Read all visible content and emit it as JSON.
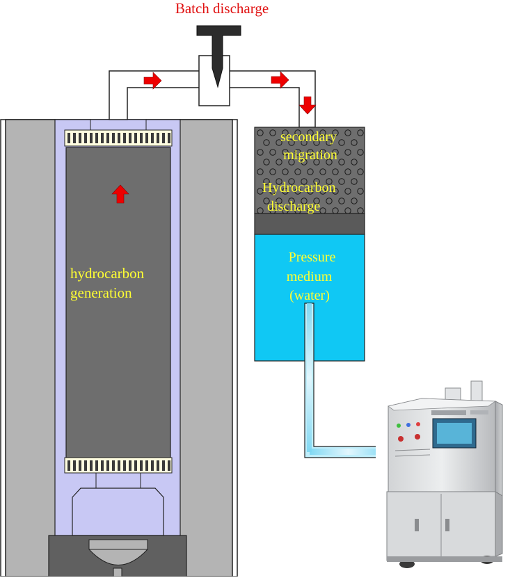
{
  "labels": {
    "batch_discharge": "Batch discharge",
    "secondary_migration": [
      "secondary",
      "migration"
    ],
    "hydrocarbon_discharge": [
      "Hydrocarbon",
      "discharge"
    ],
    "pressure_medium": [
      "Pressure",
      "medium",
      "(water)"
    ],
    "hydrocarbon_generation": [
      "hydrocarbon",
      "generation"
    ]
  },
  "colors": {
    "label_red": "#e01010",
    "label_yellow": "#ffff33",
    "vessel_gray": "#b4b4b4",
    "liner_lavender": "#c8c8f4",
    "core_gray": "#6e6e6e",
    "water_cyan": "#10c8f4",
    "arrow_red": "#ee0000"
  },
  "icons": {
    "flow_arrow": "red-arrow-icon",
    "valve": "valve-icon",
    "pump": "pump-machine-icon"
  }
}
